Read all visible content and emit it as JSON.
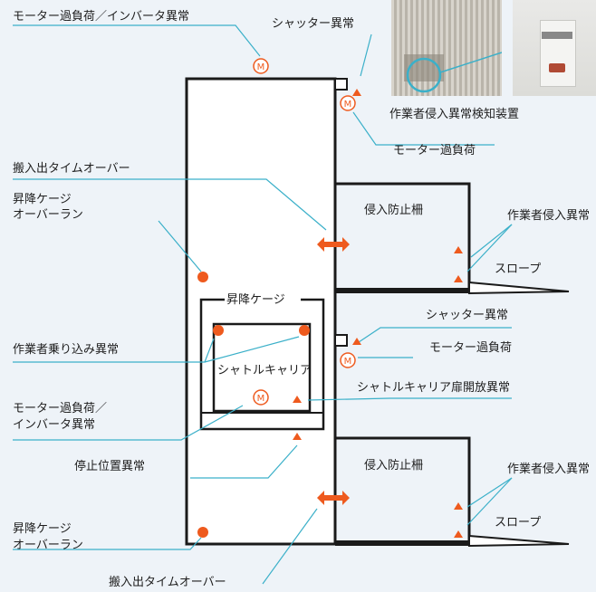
{
  "labels": {
    "motor_overload_inverter_top": "モーター過負荷／インバータ異常",
    "shutter_fault_top": "シャッター異常",
    "worker_intrusion_detector": "作業者侵入異常検知装置",
    "motor_overload_top": "モーター過負荷",
    "carry_timeout_top": "搬入出タイムオーバー",
    "cage_overrun_top_line1": "昇降ケージ",
    "cage_overrun_top_line2": "オーバーラン",
    "guard_fence_top": "侵入防止柵",
    "worker_intrusion_top": "作業者侵入異常",
    "slope_top": "スロープ",
    "lift_cage": "昇降ケージ",
    "shutter_fault_mid": "シャッター異常",
    "boarding_fault": "作業者乗り込み異常",
    "motor_overload_mid": "モーター過負荷",
    "shuttle_carrier": "シャトルキャリア",
    "motor_overload_inverter_bottom_line1": "モーター過負荷／",
    "motor_overload_inverter_bottom_line2": "インバータ異常",
    "shuttle_door_fault": "シャトルキャリア扉開放異常",
    "stop_position_fault": "停止位置異常",
    "guard_fence_bottom": "侵入防止柵",
    "worker_intrusion_bottom": "作業者侵入異常",
    "slope_bottom": "スロープ",
    "cage_overrun_bottom_line1": "昇降ケージ",
    "cage_overrun_bottom_line2": "オーバーラン",
    "carry_timeout_bottom": "搬入出タイムオーバー"
  },
  "symbols": {
    "motor": "M"
  },
  "colors": {
    "leader_line": "#3bb0c9",
    "marker": "#ee5a1e",
    "structure": "#1a1a1a",
    "background": "#eef3f8"
  }
}
